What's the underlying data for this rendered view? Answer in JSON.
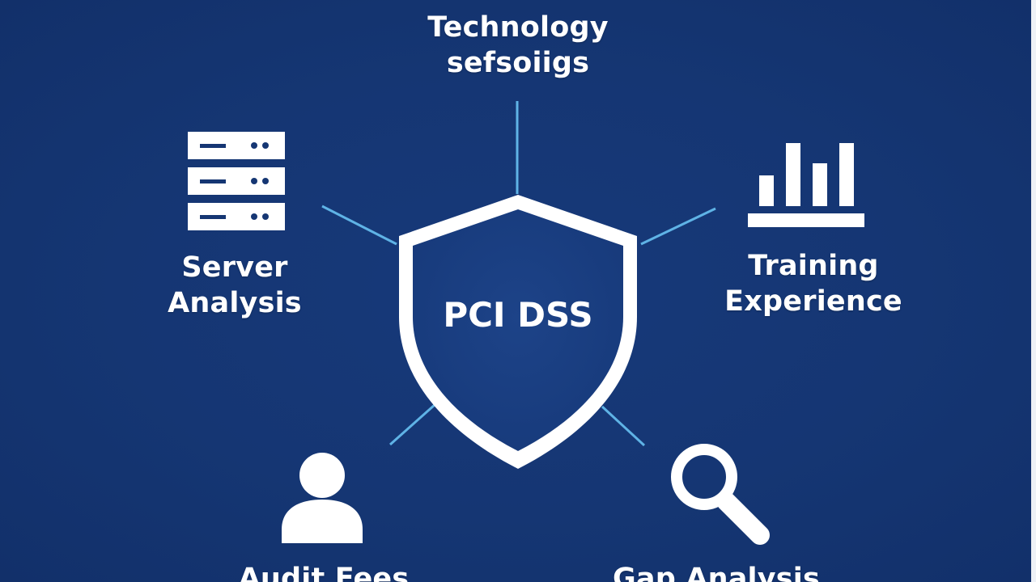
{
  "center": {
    "label": "PCI DSS"
  },
  "nodes": [
    {
      "id": "top",
      "lines": [
        "Technology",
        "sefsoiigs"
      ],
      "icon": "none"
    },
    {
      "id": "left",
      "lines": [
        "Server",
        "Analysis"
      ],
      "icon": "server-rack-icon"
    },
    {
      "id": "right",
      "lines": [
        "Training",
        "Experience"
      ],
      "icon": "bar-chart-icon"
    },
    {
      "id": "bottom-left",
      "lines": [
        "Audit Fees"
      ],
      "icon": "user-icon"
    },
    {
      "id": "bottom-right",
      "lines": [
        "Gap Analysis"
      ],
      "icon": "magnifier-icon"
    }
  ],
  "colors": {
    "background": "#153673",
    "shield_fill": "#1b3f82",
    "shield_outline": "#ffffff",
    "connector": "#5fb3e6",
    "icon": "#ffffff"
  }
}
